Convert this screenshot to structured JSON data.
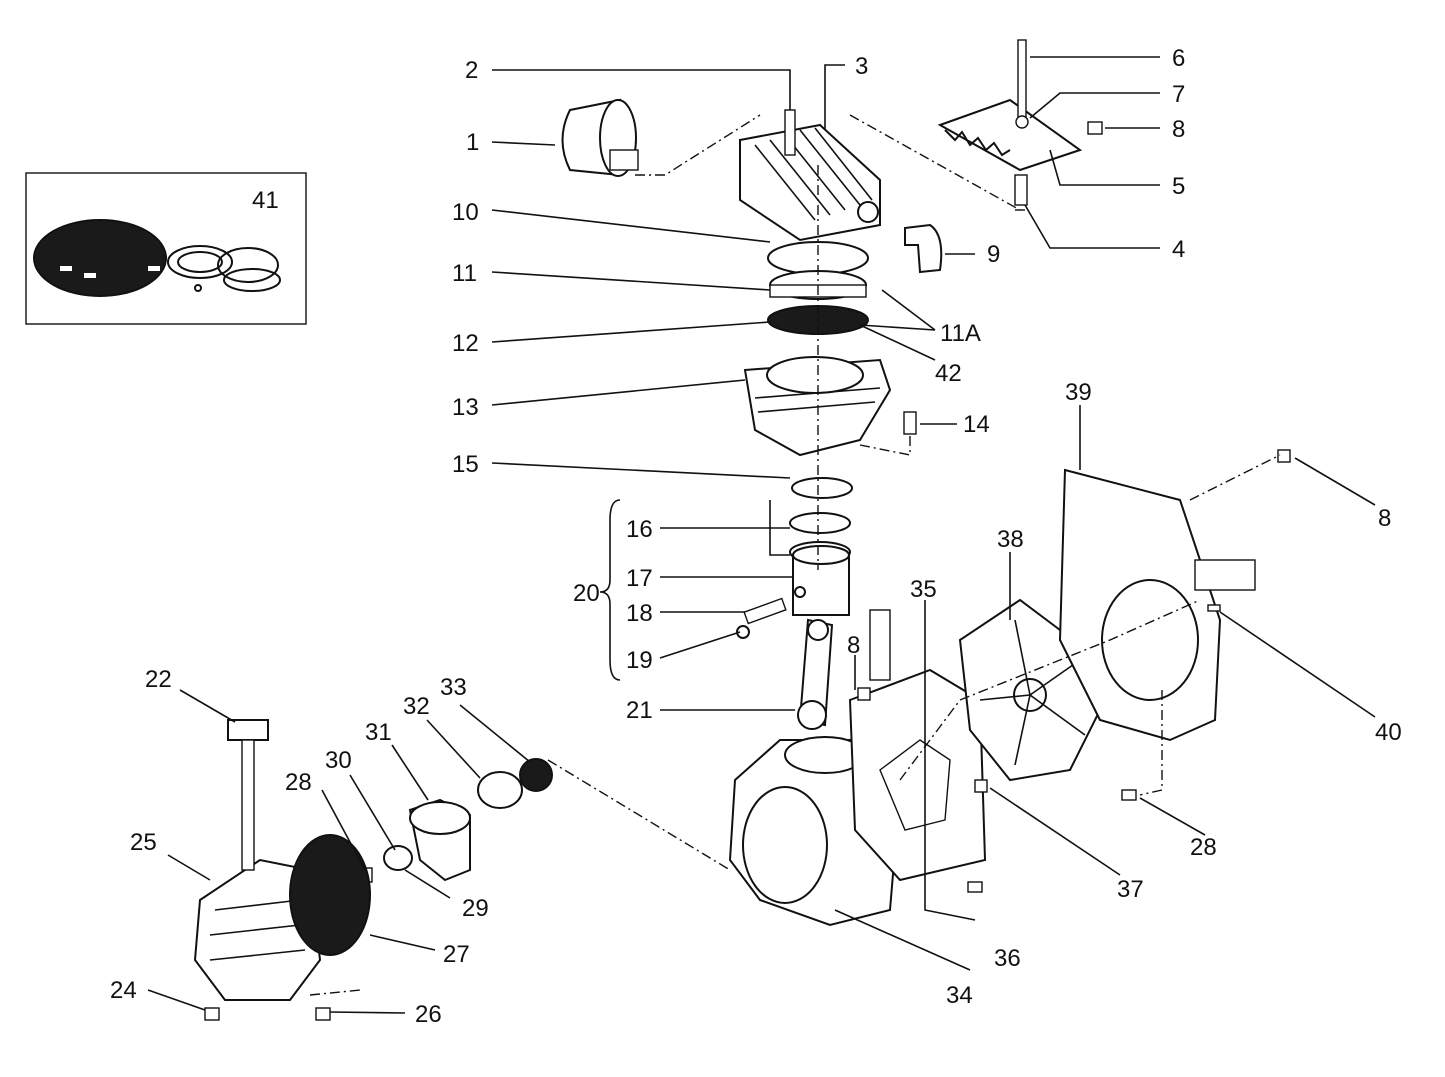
{
  "labels": {
    "l1": "1",
    "l2": "2",
    "l3": "3",
    "l4": "4",
    "l5": "5",
    "l6": "6",
    "l7": "7",
    "l8a": "8",
    "l8b": "8",
    "l8c": "8",
    "l9": "9",
    "l10": "10",
    "l11": "11",
    "l11a": "11A",
    "l12": "12",
    "l13": "13",
    "l14": "14",
    "l15": "15",
    "l16": "16",
    "l17": "17",
    "l18": "18",
    "l19": "19",
    "l20": "20",
    "l21": "21",
    "l22": "22",
    "l24": "24",
    "l25": "25",
    "l26": "26",
    "l27": "27",
    "l28a": "28",
    "l28b": "28",
    "l29": "29",
    "l30": "30",
    "l31": "31",
    "l32": "32",
    "l33": "33",
    "l34": "34",
    "l35": "35",
    "l36": "36",
    "l37": "37",
    "l38": "38",
    "l39": "39",
    "l40": "40",
    "l41": "41",
    "l42": "42"
  }
}
